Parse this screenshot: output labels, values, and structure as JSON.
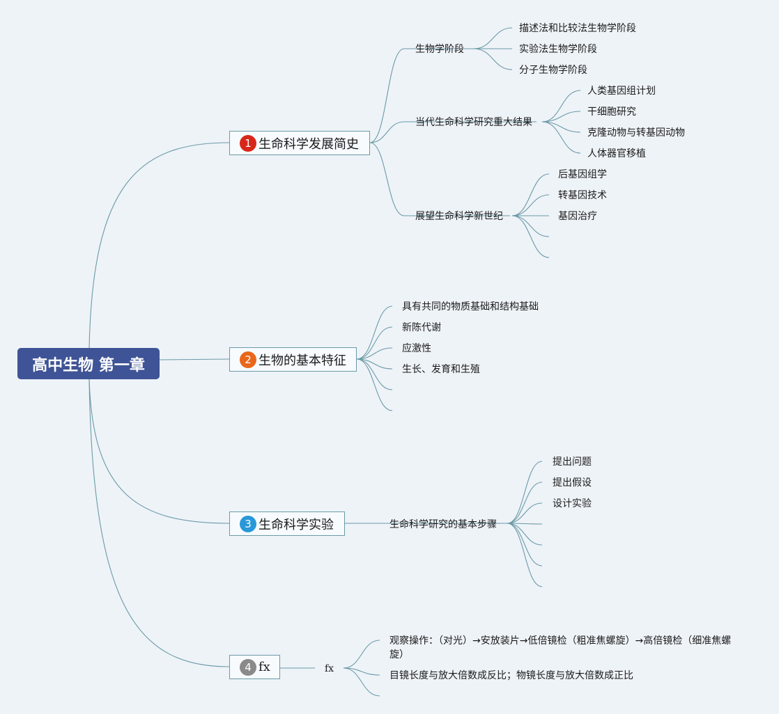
{
  "root": {
    "label": "高中生物 第一章"
  },
  "colors": {
    "background": "#eef3f8",
    "root_fill": "#3f5496",
    "line": "#6a9aa6",
    "badge_1": "#d8261b",
    "badge_2": "#e8671a",
    "badge_3": "#2a98d8",
    "badge_4": "#8a8a8a"
  },
  "topics": [
    {
      "number": "1",
      "label": "生命科学发展简史",
      "children": [
        {
          "label": "生物学阶段",
          "children": [
            "描述法和比较法生物学阶段",
            "实验法生物学阶段",
            "分子生物学阶段"
          ]
        },
        {
          "label": "当代生命科学研究重大结果",
          "children": [
            "人类基因组计划",
            "干细胞研究",
            "克隆动物与转基因动物",
            "人体器官移植"
          ]
        },
        {
          "label": "展望生命科学新世纪",
          "children": [
            "后基因组学",
            "转基因技术",
            "基因治疗",
            "",
            ""
          ]
        }
      ]
    },
    {
      "number": "2",
      "label": "生物的基本特征",
      "children": [
        "具有共同的物质基础和结构基础",
        "新陈代谢",
        "应激性",
        "生长、发育和生殖",
        "",
        ""
      ]
    },
    {
      "number": "3",
      "label": "生命科学实验",
      "children": [
        {
          "label": "生命科学研究的基本步骤",
          "children": [
            "提出问题",
            "提出假设",
            "设计实验",
            "",
            "",
            "",
            ""
          ]
        }
      ]
    },
    {
      "number": "4",
      "label": "fx",
      "children": [
        {
          "label": "fx",
          "children": [
            "观察操作：（对光）→安放装片→低倍镜检（粗准焦螺旋）→高倍镜检（细准焦螺旋）",
            "目镜长度与放大倍数成反比；物镜长度与放大倍数成正比",
            ""
          ]
        }
      ]
    }
  ]
}
